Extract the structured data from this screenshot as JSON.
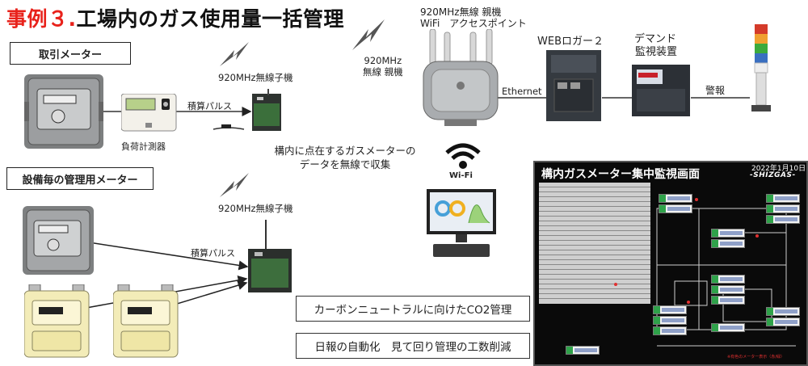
{
  "title": {
    "number": "事例３.",
    "main": "工場内のガス使用量一括管理"
  },
  "labels": {
    "torihiki_meter": "取引メーター",
    "setsubi_meter": "設備毎の管理用メーター",
    "load_meter": "負荷計測器",
    "pulse_top": "積算パルス",
    "pulse_bottom": "積算パルス",
    "wireless_child_top": "920MHz無線子機",
    "wireless_child_bottom": "920MHz無線子機",
    "wireless_parent": "920MHz\n無線 親機",
    "ap_line1": "920MHz無線 親機",
    "ap_line2": "WiFi　アクセスポイント",
    "ethernet": "Ethernet",
    "weblogger": "WEBロガー２",
    "demand_line1": "デマンド",
    "demand_line2": "監視装置",
    "alarm": "警報",
    "wifi": "Wi-Fi",
    "note_line1": "構内に点在するガスメーターの",
    "note_line2": "データを無線で収集",
    "msg1": "カーボンニュートラルに向けたCO2管理",
    "msg2": "日報の自動化　見て回り管理の工数削減"
  },
  "monitor": {
    "title": "構内ガスメーター集中監視画面",
    "date": "2022年1月10日",
    "brand": "-SHIZGAS-",
    "footer": "※有色のメーター表示（赤/緑）"
  },
  "colors": {
    "title_red": "#e8221b",
    "monitor_bg": "#0a0a0a",
    "tile_green": "#2fa24a",
    "alert_red": "#e03030"
  },
  "icons": {
    "wireless": "lightning-bolt-icon",
    "wifi": "wifi-icon",
    "lamp": "signal-tower-icon"
  }
}
